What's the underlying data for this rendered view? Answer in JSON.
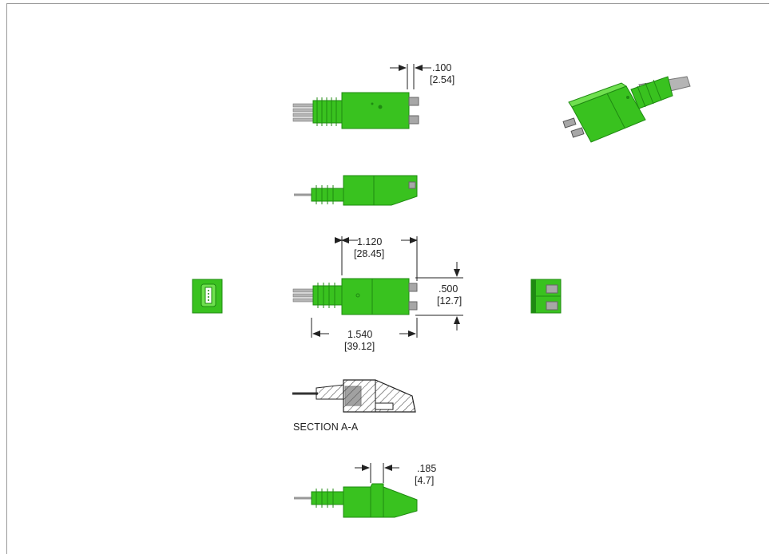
{
  "colors": {
    "green_body": "#39c21f",
    "green_dark": "#1f8a12",
    "green_light": "#6fe04f",
    "gray_metal": "#a7a7a7",
    "frame": "#9a9a9a"
  },
  "dimensions": {
    "pitch": {
      "inch": ".100",
      "mm": "[2.54]"
    },
    "body_length": {
      "inch": "1.120",
      "mm": "[28.45]"
    },
    "height": {
      "inch": ".500",
      "mm": "[12.7]"
    },
    "overall_length": {
      "inch": "1.540",
      "mm": "[39.12]"
    },
    "latch_offset": {
      "inch": ".185",
      "mm": "[4.7]"
    }
  },
  "section_label": "SECTION  A-A"
}
